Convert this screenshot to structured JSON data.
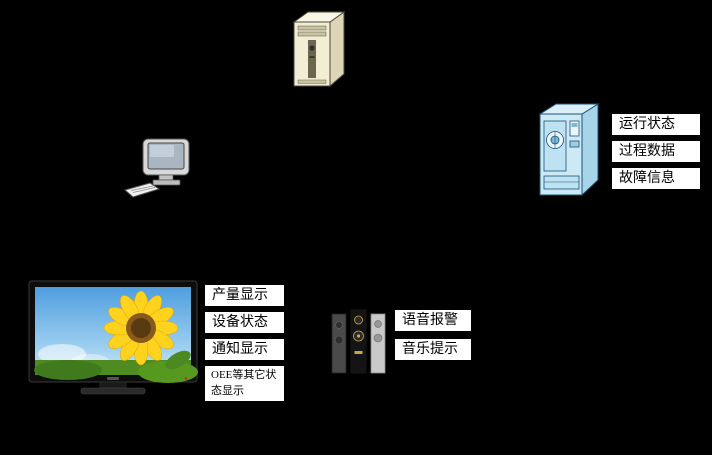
{
  "background_color": "#000000",
  "label_style": {
    "background": "#ffffff",
    "border": "#000000",
    "text_color": "#000000"
  },
  "nodes": {
    "server": {
      "icon": "server-tower-icon"
    },
    "operator_pc": {
      "icon": "desktop-computer-icon"
    },
    "machine": {
      "icon": "industrial-machine-icon",
      "labels": [
        "运行状态",
        "过程数据",
        "故障信息"
      ]
    },
    "tv": {
      "icon": "tv-display-icon",
      "labels": [
        "产量显示",
        "设备状态",
        "通知显示",
        "OEE等其它状态显示"
      ]
    },
    "speakers": {
      "icon": "speakers-icon",
      "labels": [
        "语音报警",
        "音乐提示"
      ]
    }
  }
}
